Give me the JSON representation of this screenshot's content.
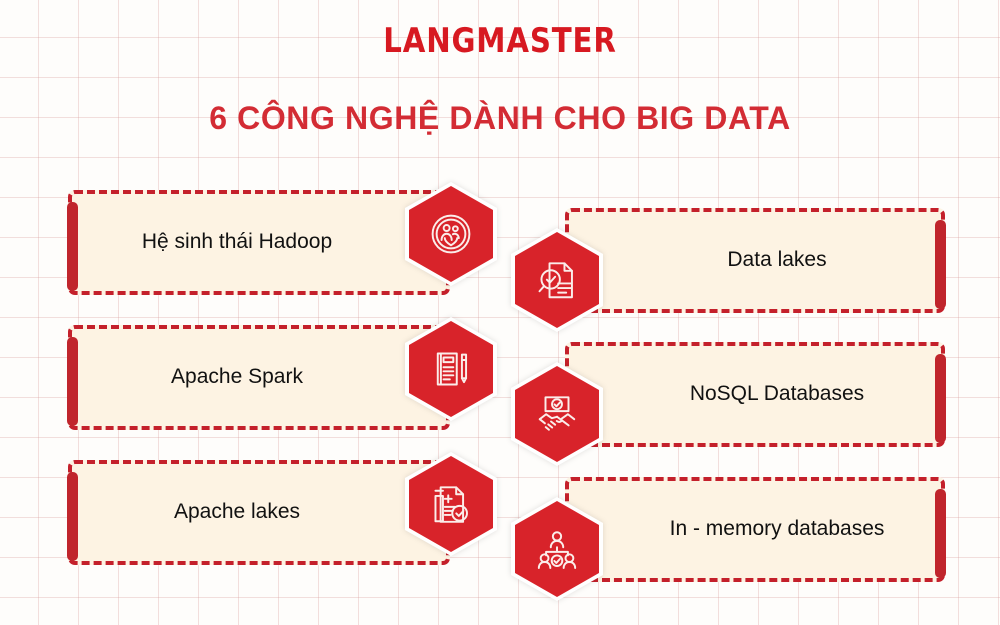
{
  "header": {
    "logo": "LANGMASTER",
    "title": "6 CÔNG NGHỆ DÀNH CHO BIG DATA"
  },
  "colors": {
    "brand_red": "#D71921",
    "hex_red": "#D8232A",
    "dash_red": "#C4202B",
    "accent_red": "#C0252C",
    "card_fill": "#FDF3E3",
    "grid_line": "#D69696",
    "page_bg": "#FEFDFB",
    "title_red": "#D32C34",
    "label_text": "#111111"
  },
  "cards": [
    {
      "id": 1,
      "label": "Hệ sinh thái Hadoop",
      "side": "left",
      "icon": "people-heart-circle-icon"
    },
    {
      "id": 2,
      "label": "Apache Spark",
      "side": "left",
      "icon": "document-pencil-icon"
    },
    {
      "id": 3,
      "label": "Apache lakes",
      "side": "left",
      "icon": "document-plus-check-icon"
    },
    {
      "id": 4,
      "label": "Data lakes",
      "side": "right",
      "icon": "document-magnifier-check-icon"
    },
    {
      "id": 5,
      "label": "NoSQL Databases",
      "side": "right",
      "icon": "handshake-check-icon"
    },
    {
      "id": 6,
      "label": "In - memory databases",
      "side": "right",
      "icon": "people-group-check-icon"
    }
  ]
}
